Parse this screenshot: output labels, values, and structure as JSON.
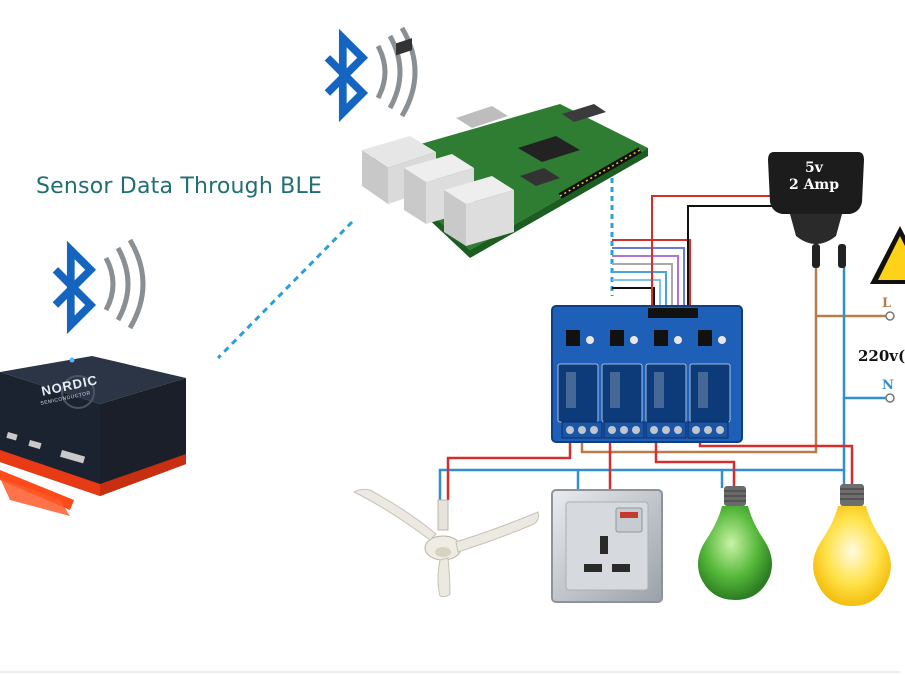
{
  "caption": "Sensor Data Through BLE",
  "power_adapter": {
    "line1": "5v",
    "line2": "2 Amp"
  },
  "mains": {
    "live_label": "L",
    "neutral_label": "N",
    "voltage_label": "220v("
  },
  "nordic_device": {
    "brand": "NORDIC",
    "sub": "SEMICONDUCTOR"
  },
  "colors": {
    "caption": "#1f6f74",
    "bluetooth": "#1565c0",
    "link_dashed": "#2aa0d6",
    "relay_board": "#1e5fb8",
    "wire_red": "#d32f2f",
    "wire_brown": "#b97b4a",
    "wire_blue": "#2f8fd0",
    "wire_black": "#111111",
    "bulb_green": "#3fa535",
    "bulb_yellow": "#ffd21a"
  },
  "icons": [
    "bluetooth-icon",
    "bluetooth-icon",
    "warning-icon"
  ]
}
